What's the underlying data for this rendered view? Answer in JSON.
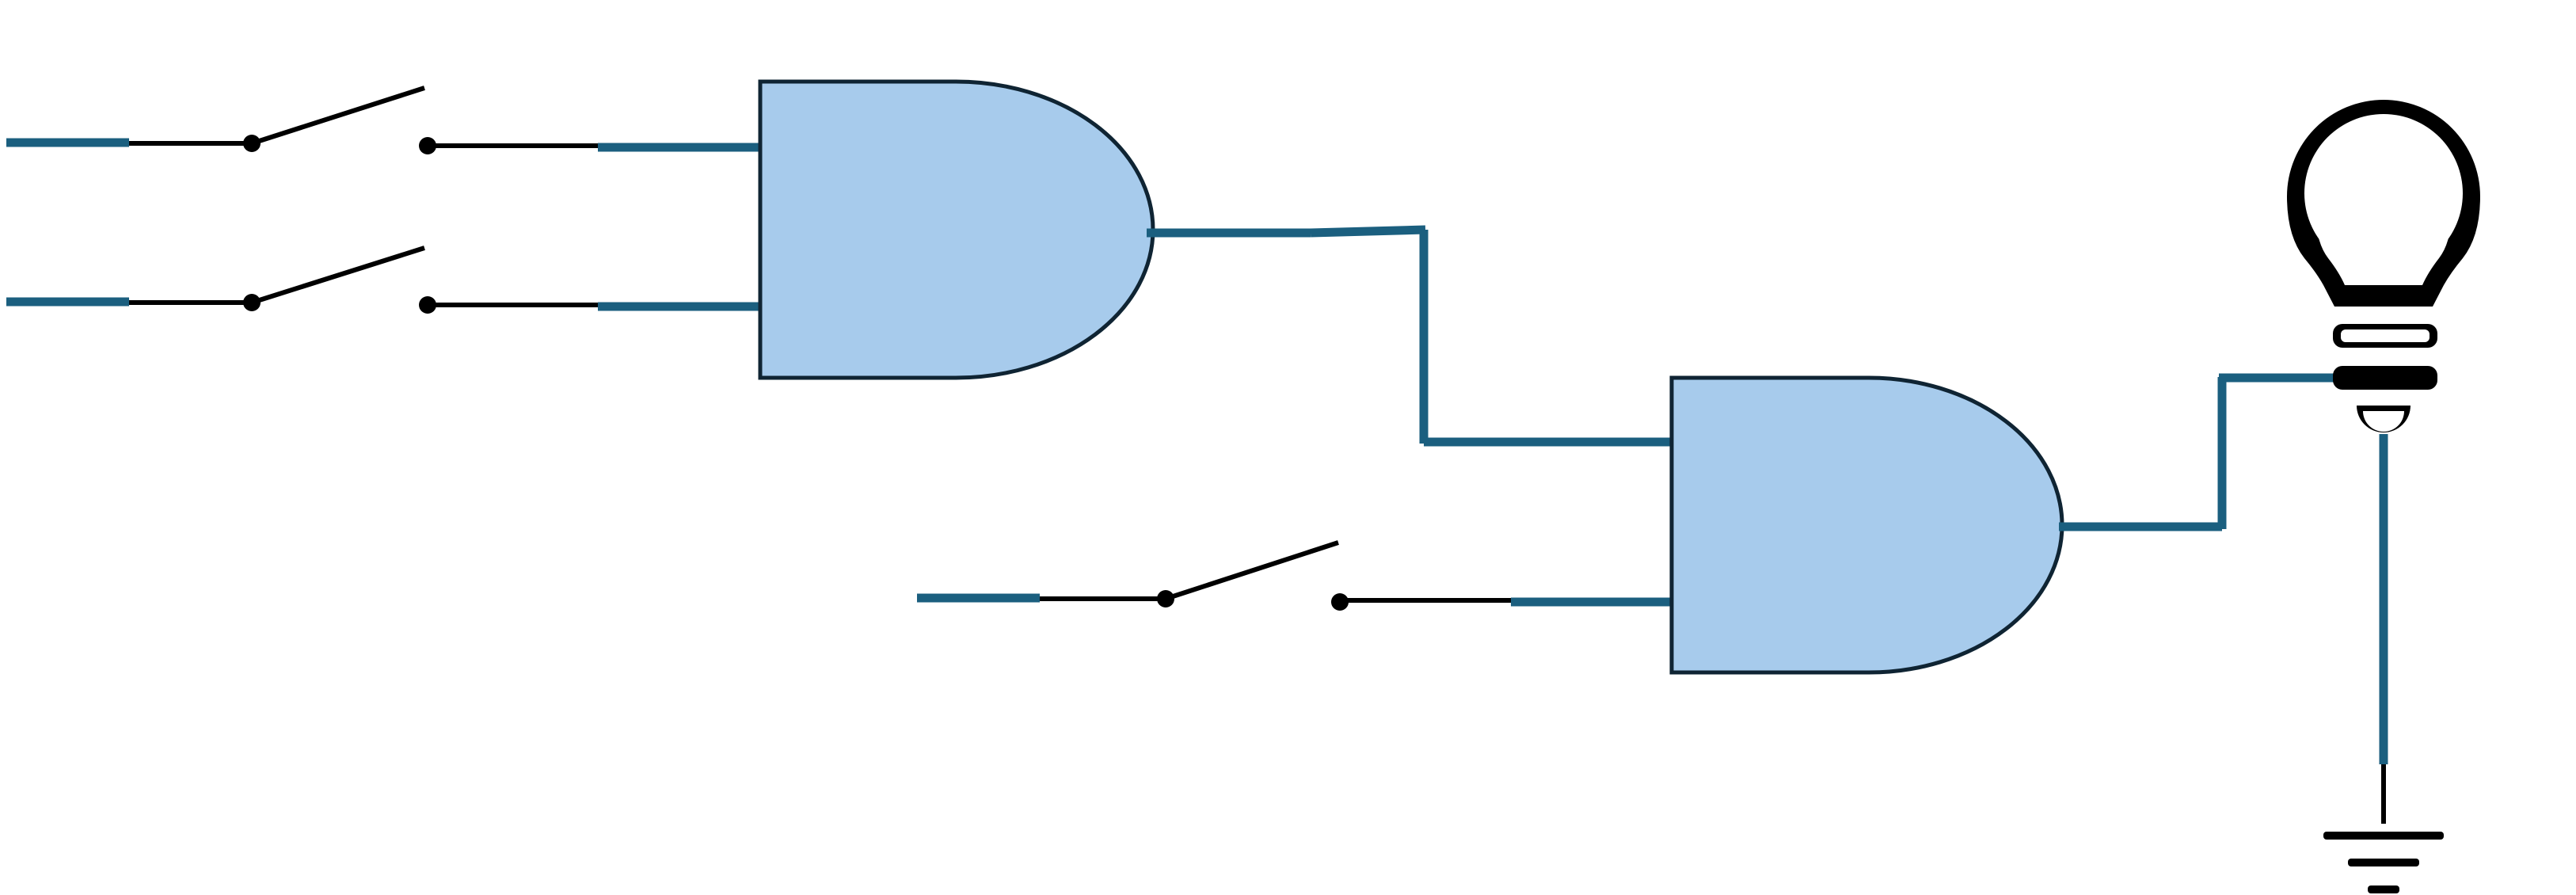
{
  "colors": {
    "background": "#ffffff",
    "gate_fill": "#a7cbec",
    "gate_outline": "#0f2433",
    "wire": "#1b5f7f",
    "component_line": "#000000"
  },
  "components": {
    "switches": [
      "switch-1",
      "switch-2",
      "switch-3"
    ],
    "gates": [
      "and-gate-1",
      "and-gate-2"
    ],
    "lamp": "light-bulb-icon",
    "ground": "ground-icon"
  },
  "state": {
    "switch_1": "open",
    "switch_2": "open",
    "switch_3": "open",
    "lamp": "off"
  }
}
